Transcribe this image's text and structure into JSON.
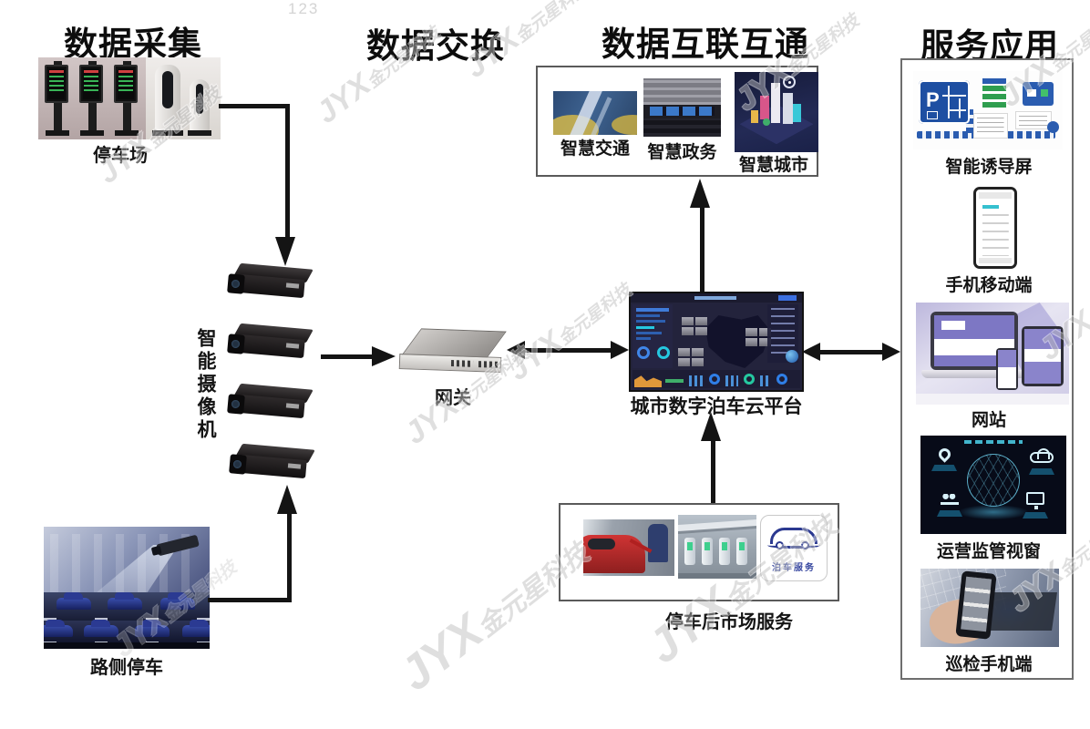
{
  "misc": {
    "corner_note": "123"
  },
  "watermark": {
    "brand": "JYX",
    "company": "金元星科技"
  },
  "headers": {
    "collection": "数据采集",
    "exchange": "数据交换",
    "interconnect": "数据互联互通",
    "services": "服务应用"
  },
  "collection": {
    "parking_lot": "停车场",
    "smart_camera": "智能摄像机",
    "roadside_parking": "路侧停车"
  },
  "exchange": {
    "gateway": "网关"
  },
  "platform": {
    "name": "城市数字泊车云平台"
  },
  "interconnect": {
    "items": [
      {
        "label": "智慧交通"
      },
      {
        "label": "智慧政务"
      },
      {
        "label": "智慧城市"
      }
    ]
  },
  "aftermarket": {
    "label": "停车后市场服务",
    "logo_text": "泊车服务"
  },
  "services": {
    "sign_letter": "P",
    "items": [
      {
        "label": "智能诱导屏"
      },
      {
        "label": "手机移动端"
      },
      {
        "label": "网站"
      },
      {
        "label": "运营监管视窗"
      },
      {
        "label": "巡检手机端"
      }
    ]
  }
}
